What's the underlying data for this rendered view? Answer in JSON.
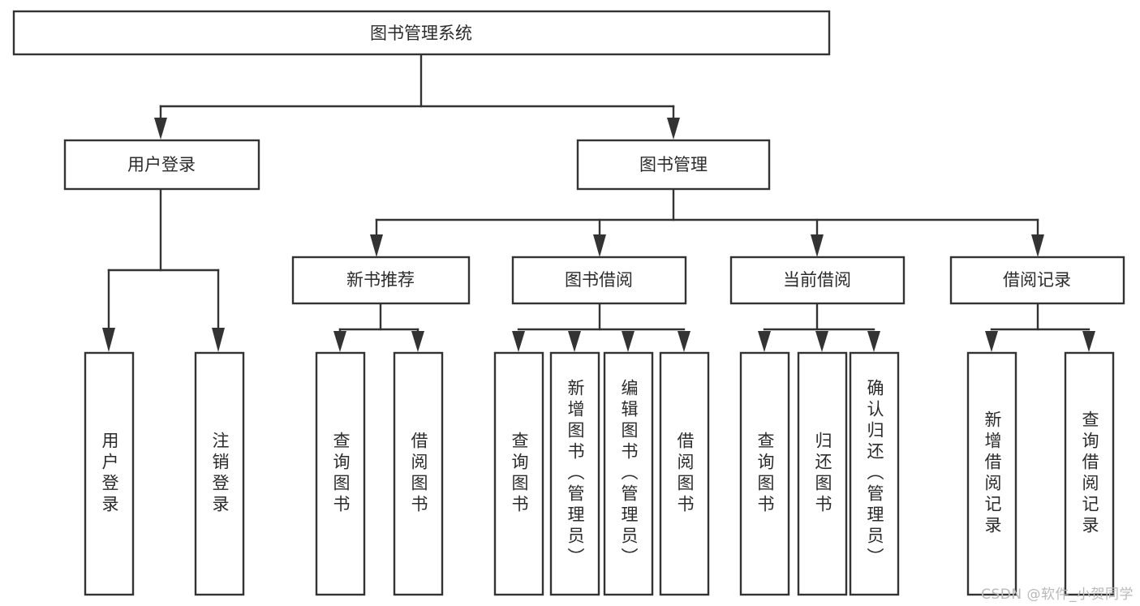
{
  "diagram": {
    "type": "tree",
    "title": "图书管理系统",
    "orientation": "top-down",
    "colors": {
      "box_fill": "#ffffff",
      "box_stroke": "#333333",
      "text": "#2b2b2b",
      "background": "#ffffff",
      "watermark": "#b9b9b9"
    },
    "root": {
      "label": "图书管理系统"
    },
    "level2": [
      {
        "label": "用户登录"
      },
      {
        "label": "图书管理"
      }
    ],
    "level3": [
      {
        "label": "新书推荐"
      },
      {
        "label": "图书借阅"
      },
      {
        "label": "当前借阅"
      },
      {
        "label": "借阅记录"
      }
    ],
    "leaves": {
      "user_login": [
        {
          "label": "用户登录"
        },
        {
          "label": "注销登录"
        }
      ],
      "new_book_recommend": [
        {
          "label": "查询图书"
        },
        {
          "label": "借阅图书"
        }
      ],
      "book_borrow": [
        {
          "label": "查询图书"
        },
        {
          "label": "新增图书（管理员）"
        },
        {
          "label": "编辑图书（管理员）"
        },
        {
          "label": "借阅图书"
        }
      ],
      "current_borrow": [
        {
          "label": "查询图书"
        },
        {
          "label": "归还图书"
        },
        {
          "label": "确认归还（管理员）"
        }
      ],
      "borrow_record": [
        {
          "label": "新增借阅记录"
        },
        {
          "label": "查询借阅记录"
        }
      ]
    }
  },
  "watermark": {
    "text": "CSDN @软件_小贺同学"
  }
}
